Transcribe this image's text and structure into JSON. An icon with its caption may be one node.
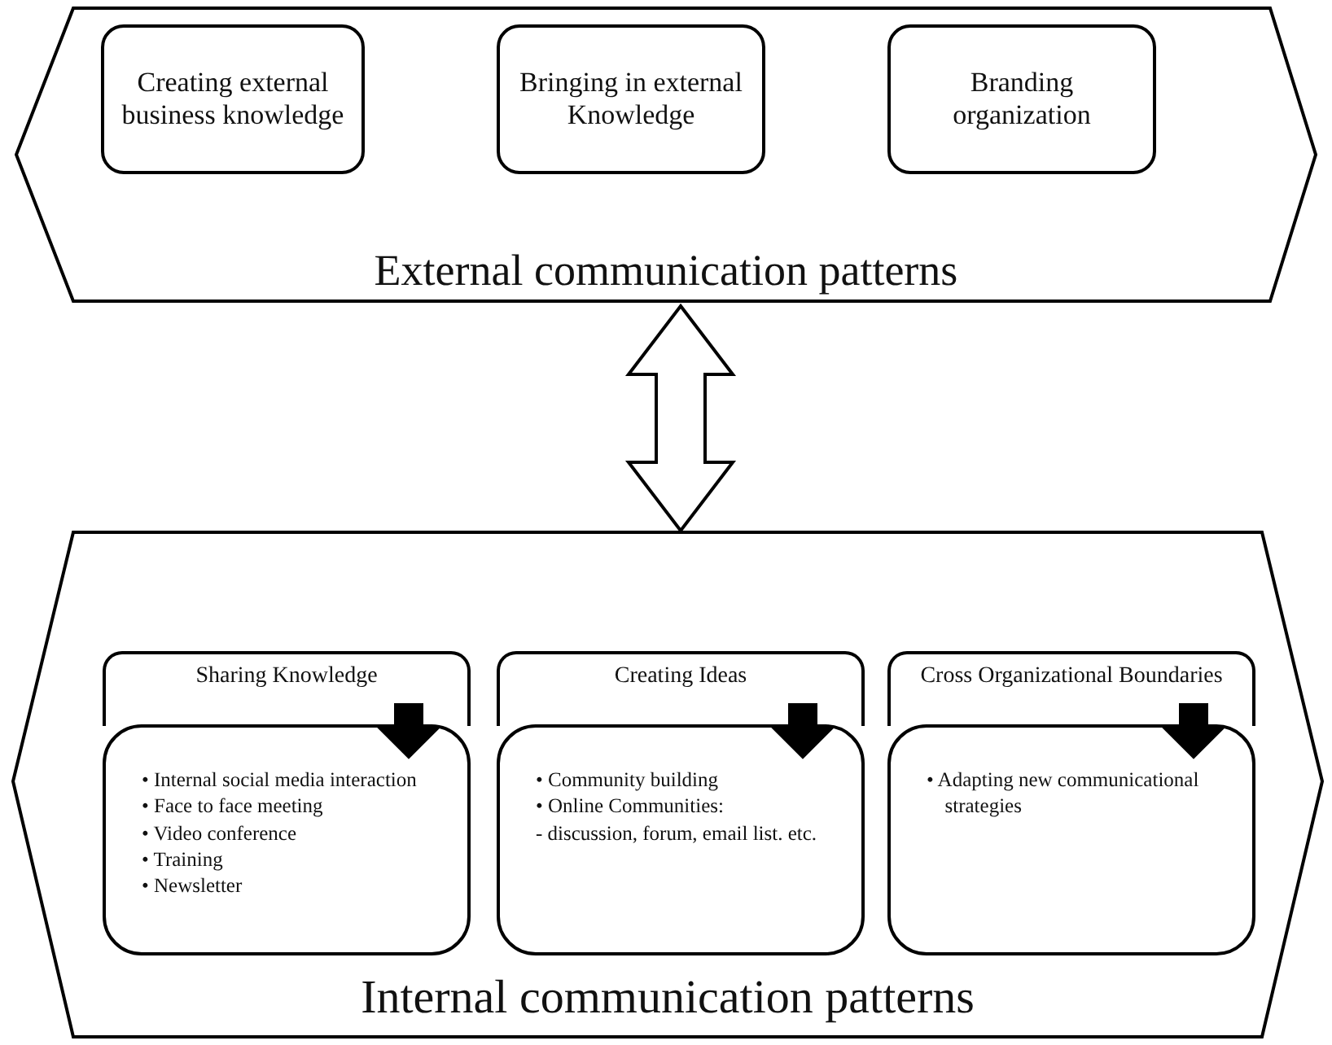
{
  "diagram": {
    "nodes": [
      {
        "text": [
          "External communication patterns"
        ]
      },
      {
        "text": [
          "Creating external business knowledge"
        ],
        "in": 0
      },
      {
        "text": [
          "Bringing in external Knowledge"
        ],
        "in": 0
      },
      {
        "text": [
          "Branding organization"
        ],
        "in": 0
      },
      {
        "text": [
          "Internal communication patterns"
        ]
      },
      {
        "text": [
          "Sharing Knowledge"
        ],
        "in": 4
      },
      {
        "text": [
          "• Internal social media interaction",
          "• Face to face meeting",
          "• Video conference",
          "• Training",
          "• Newsletter"
        ],
        "in": 4
      },
      {
        "text": [
          "Creating Ideas"
        ],
        "in": 4
      },
      {
        "text": [
          "• Community building",
          "• Online Communities:",
          "- discussion, forum, email list. etc."
        ],
        "in": 4
      },
      {
        "text": [
          "Cross Organizational Boundaries"
        ],
        "in": 4
      },
      {
        "text": [
          "• Adapting new communicational strategies"
        ],
        "in": 4
      }
    ],
    "edges": [
      {
        "from": 0,
        "to": 4,
        "arrow": "both"
      },
      {
        "from": 5,
        "to": 6,
        "arrow": "to",
        "style": "thick"
      },
      {
        "from": 7,
        "to": 8,
        "arrow": "to",
        "style": "thick"
      },
      {
        "from": 9,
        "to": 10,
        "arrow": "to",
        "style": "thick"
      }
    ]
  }
}
